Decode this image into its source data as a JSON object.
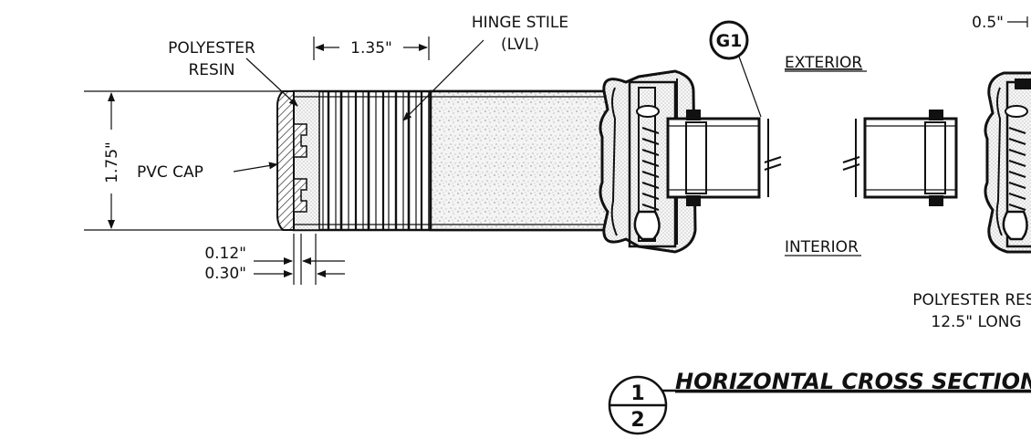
{
  "labels": {
    "polyester_resin": [
      "POLYESTER",
      "RESIN"
    ],
    "hinge_stile": [
      "HINGE STILE",
      "(LVL)"
    ],
    "pvc_cap": "PVC CAP",
    "exterior": "EXTERIOR",
    "interior": "INTERIOR",
    "polyester_resin_long": [
      "POLYESTER RESI",
      "12.5\" LONG"
    ]
  },
  "dimensions": {
    "width_135": "1.35\"",
    "height_175": "1.75\"",
    "dim_012": "0.12\"",
    "dim_030": "0.30\"",
    "dim_05": "0.5\""
  },
  "callout": {
    "tag": "G1"
  },
  "title_block": {
    "detail_number": "1",
    "sheet_number": "2",
    "title": "HORIZONTAL CROSS SECTION"
  }
}
